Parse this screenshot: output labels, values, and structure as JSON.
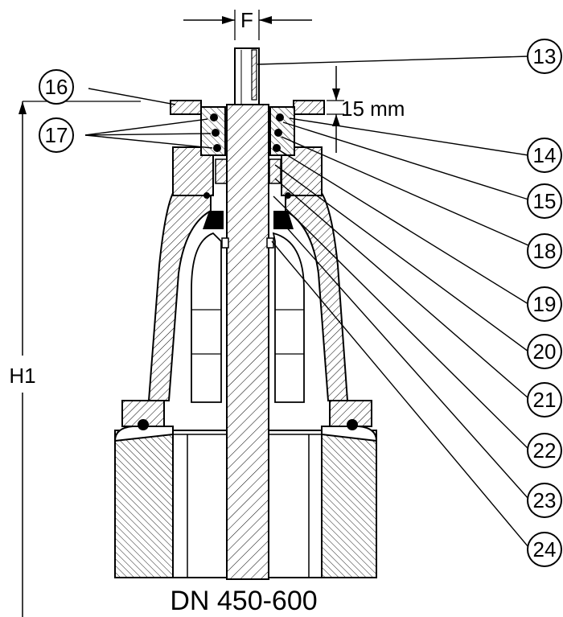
{
  "dimensions": {
    "stem_width": "F",
    "height": "H1",
    "gap": "15 mm"
  },
  "callouts": {
    "c13": "13",
    "c14": "14",
    "c15": "15",
    "c16": "16",
    "c17": "17",
    "c18": "18",
    "c19": "19",
    "c20": "20",
    "c21": "21",
    "c22": "22",
    "c23": "23",
    "c24": "24"
  },
  "caption": "DN 450-600"
}
